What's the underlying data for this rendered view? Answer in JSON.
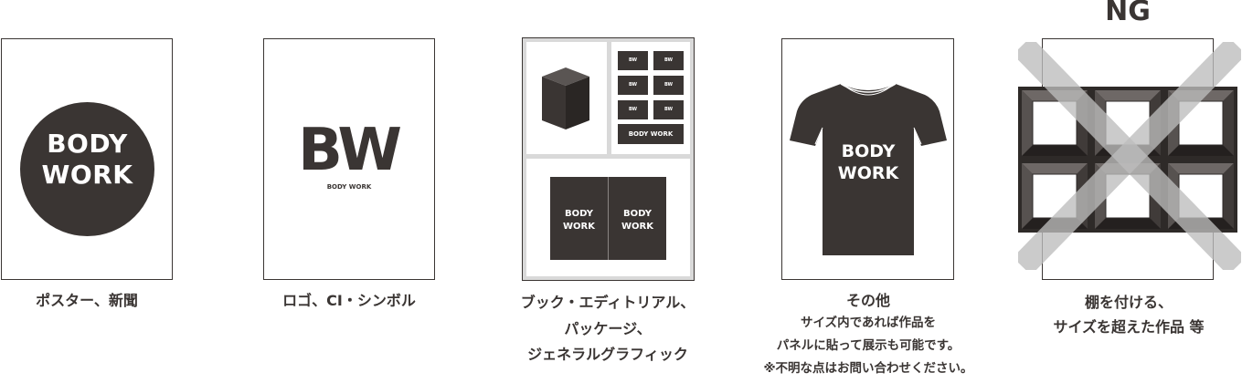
{
  "items": [
    {
      "logo_line1": "BODY",
      "logo_line2": "WORK",
      "caption": "ポスター、新聞"
    },
    {
      "logo_mark": "BW",
      "logo_text": "BODY WORK",
      "caption": "ロゴ、CI・シンボル"
    },
    {
      "small_logo": "BW",
      "banner": "BODY WORK",
      "book_left_line1": "BODY",
      "book_left_line2": "WORK",
      "book_right_line1": "BODY",
      "book_right_line2": "WORK",
      "caption_lines": [
        "ブック・エディトリアル、",
        "パッケージ、",
        "ジェネラルグラフィック"
      ]
    },
    {
      "shirt_line1": "BODY",
      "shirt_line2": "WORK",
      "caption": "その他",
      "note_lines": [
        "サイズ内であれば作品を",
        "パネルに貼って展示も可能です。",
        "※不明な点はお問い合わせください。"
      ]
    },
    {
      "heading": "NG",
      "caption_lines": [
        "棚を付ける、",
        "サイズを超えた作品 等"
      ]
    }
  ],
  "colors": {
    "ink": "#3a3533",
    "light_gray": "#d9d9d9",
    "frame_gray": "#b8b8b8"
  }
}
